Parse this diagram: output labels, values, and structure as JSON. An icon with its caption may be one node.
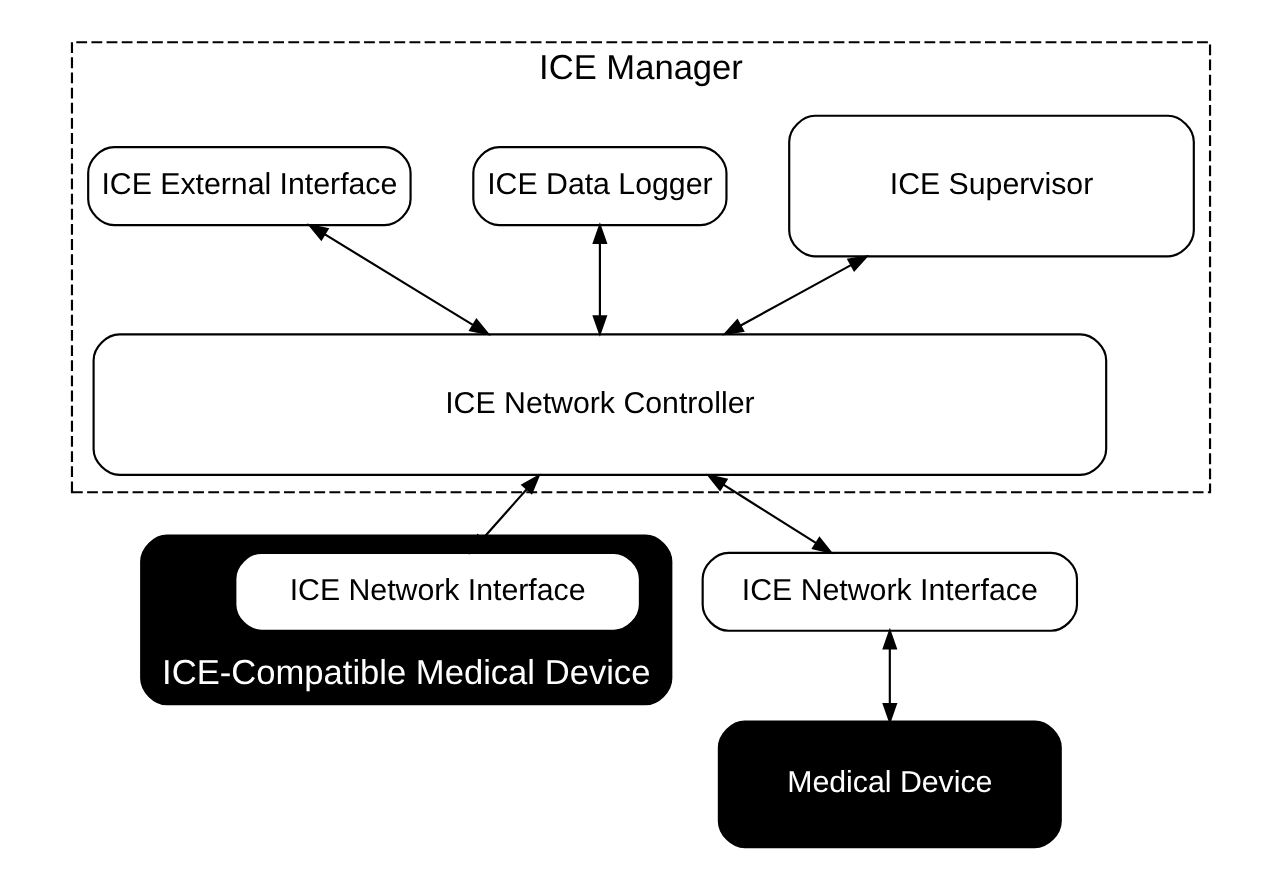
{
  "diagram": {
    "nodes": [
      {
        "text": [
          "ICE Manager"
        ]
      },
      {
        "text": [
          "ICE Supervisor"
        ],
        "in": 0
      },
      {
        "text": [
          "ICE Data Logger"
        ],
        "in": 0
      },
      {
        "text": [
          "ICE External Interface"
        ],
        "in": 0
      },
      {
        "text": [
          "ICE Network Controller"
        ],
        "in": 0
      },
      {
        "text": [
          "ICE-Compatible Medical Device"
        ]
      },
      {
        "text": [
          "ICE Network Interface"
        ],
        "in": 5
      },
      {
        "text": [
          "ICE Network Interface"
        ]
      },
      {
        "text": [
          "Medical Device"
        ]
      }
    ],
    "edges": [
      {
        "from": 1,
        "to": 4,
        "arrow": "both"
      },
      {
        "from": 2,
        "to": 4,
        "arrow": "both"
      },
      {
        "from": 3,
        "to": 4,
        "arrow": "both"
      },
      {
        "from": 4,
        "to": 6,
        "arrow": "both"
      },
      {
        "from": 4,
        "to": 7,
        "arrow": "both"
      },
      {
        "from": 7,
        "to": 8,
        "arrow": "both"
      }
    ]
  }
}
